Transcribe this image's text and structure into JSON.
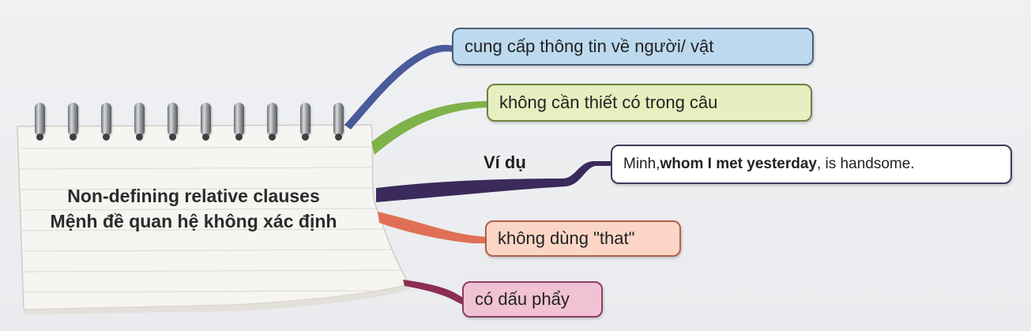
{
  "center": {
    "line1": "Non-defining relative clauses",
    "line2": "Mệnh đề quan hệ không xác định"
  },
  "branches": [
    {
      "label": "cung cấp thông tin về người/ vật",
      "color": "#4a5a9a"
    },
    {
      "label": "không cần thiết có trong câu",
      "color": "#7fb24a"
    },
    {
      "label": "Ví dụ",
      "color": "#3b2a5c"
    },
    {
      "label": "không dùng \"that\"",
      "color": "#e07055"
    },
    {
      "label": "có dấu phẩy",
      "color": "#8c2d52"
    }
  ],
  "example": {
    "prefix": "Minh, ",
    "bold": "whom I met yesterday",
    "suffix": ", is handsome."
  }
}
